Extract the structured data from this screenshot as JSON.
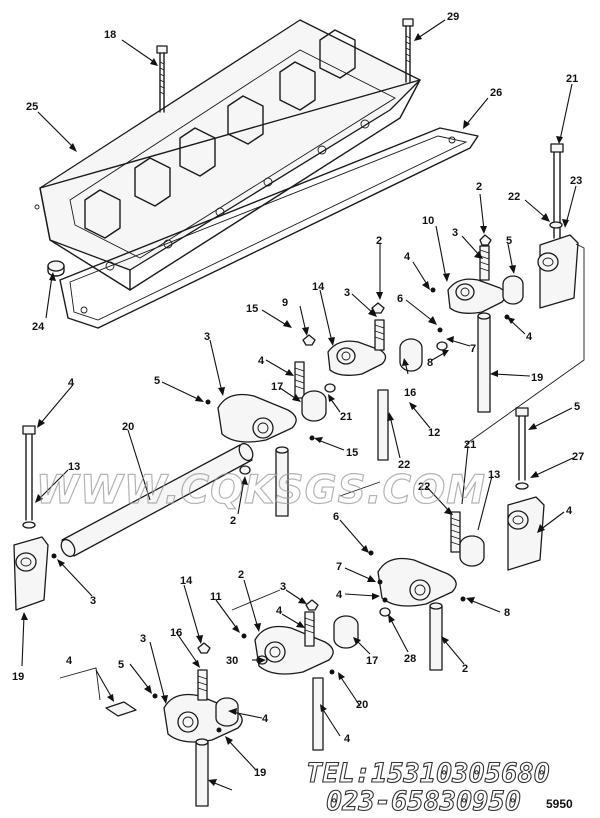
{
  "diagram": {
    "callouts": [
      {
        "id": "c18",
        "label": "18"
      },
      {
        "id": "c29",
        "label": "29"
      },
      {
        "id": "c25",
        "label": "25"
      },
      {
        "id": "c26",
        "label": "26"
      },
      {
        "id": "c21a",
        "label": "21"
      },
      {
        "id": "c22a",
        "label": "22"
      },
      {
        "id": "c23",
        "label": "23"
      },
      {
        "id": "c24",
        "label": "24"
      },
      {
        "id": "c10",
        "label": "10"
      },
      {
        "id": "c2a",
        "label": "2"
      },
      {
        "id": "c3a",
        "label": "3"
      },
      {
        "id": "c5a",
        "label": "5"
      },
      {
        "id": "c4a",
        "label": "4"
      },
      {
        "id": "c6a",
        "label": "6"
      },
      {
        "id": "c7a",
        "label": "7"
      },
      {
        "id": "c4b",
        "label": "4"
      },
      {
        "id": "c8a",
        "label": "8"
      },
      {
        "id": "c19a",
        "label": "19"
      },
      {
        "id": "c2b",
        "label": "2"
      },
      {
        "id": "c14a",
        "label": "14"
      },
      {
        "id": "c3b",
        "label": "3"
      },
      {
        "id": "c15a",
        "label": "15"
      },
      {
        "id": "c16a",
        "label": "16"
      },
      {
        "id": "c9",
        "label": "9"
      },
      {
        "id": "c3c",
        "label": "3"
      },
      {
        "id": "c4c",
        "label": "4"
      },
      {
        "id": "c5b",
        "label": "5"
      },
      {
        "id": "c17a",
        "label": "17"
      },
      {
        "id": "c15b",
        "label": "15"
      },
      {
        "id": "c21b",
        "label": "21"
      },
      {
        "id": "c12",
        "label": "12"
      },
      {
        "id": "c4d",
        "label": "4"
      },
      {
        "id": "c20a",
        "label": "20"
      },
      {
        "id": "c22b",
        "label": "22"
      },
      {
        "id": "c13a",
        "label": "13"
      },
      {
        "id": "c2c",
        "label": "2"
      },
      {
        "id": "c3d",
        "label": "3"
      },
      {
        "id": "c21c",
        "label": "21"
      },
      {
        "id": "c22c",
        "label": "22"
      },
      {
        "id": "c5c",
        "label": "5"
      },
      {
        "id": "c27",
        "label": "27"
      },
      {
        "id": "c13b",
        "label": "13"
      },
      {
        "id": "c4e",
        "label": "4"
      },
      {
        "id": "c6b",
        "label": "6"
      },
      {
        "id": "c7b",
        "label": "7"
      },
      {
        "id": "c4f",
        "label": "4"
      },
      {
        "id": "c8b",
        "label": "8"
      },
      {
        "id": "c28",
        "label": "28"
      },
      {
        "id": "c19b",
        "label": "19"
      },
      {
        "id": "c2d",
        "label": "2"
      },
      {
        "id": "c14b",
        "label": "14"
      },
      {
        "id": "c2e",
        "label": "2"
      },
      {
        "id": "c3e",
        "label": "3"
      },
      {
        "id": "c4g",
        "label": "4"
      },
      {
        "id": "c11",
        "label": "11"
      },
      {
        "id": "c3f",
        "label": "3"
      },
      {
        "id": "c16b",
        "label": "16"
      },
      {
        "id": "c17b",
        "label": "17"
      },
      {
        "id": "c30",
        "label": "30"
      },
      {
        "id": "c4h",
        "label": "4"
      },
      {
        "id": "c5d",
        "label": "5"
      },
      {
        "id": "c4i",
        "label": "4"
      },
      {
        "id": "c20b",
        "label": "20"
      },
      {
        "id": "c4j",
        "label": "4"
      },
      {
        "id": "c19c",
        "label": "19"
      }
    ]
  },
  "watermark": {
    "text": "WWW.CQKSGS.COM"
  },
  "contact": {
    "phone": "TEL:15310305680",
    "fax": "023-65830950"
  },
  "figure_number": "5950"
}
